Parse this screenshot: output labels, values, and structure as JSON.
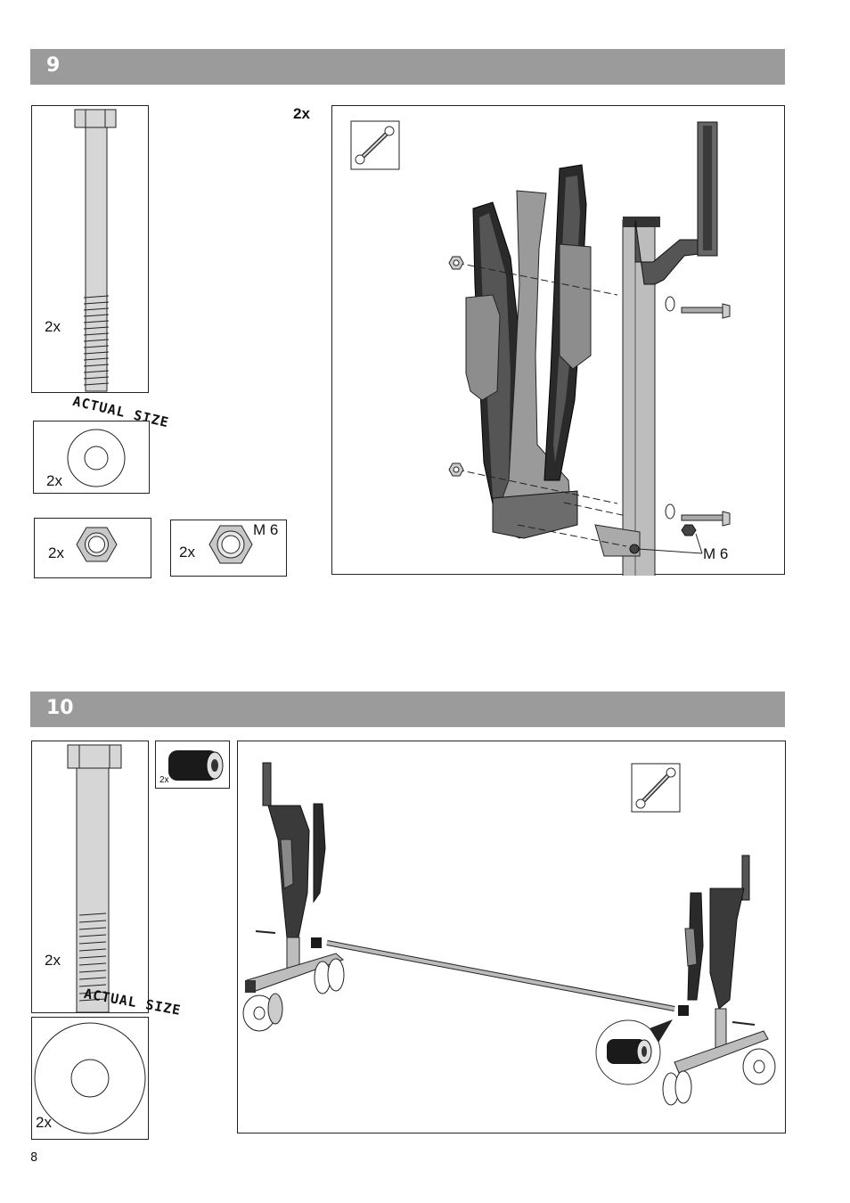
{
  "step9": {
    "number": "9",
    "bolt_qty": "2x",
    "assembly_qty": "2x",
    "washer_qty": "2x",
    "nut_qty": "2x",
    "locknut_qty": "2x",
    "locknut_size": "M 6",
    "callout_label": "M 6",
    "actual_size": "ACTUAL SIZE"
  },
  "step10": {
    "number": "10",
    "bolt_qty": "2x",
    "spacer_qty": "2x",
    "washer_qty": "2x",
    "actual_size": "ACTUAL SIZE"
  },
  "page_number": "8",
  "icons": [
    "wrench-icon"
  ]
}
